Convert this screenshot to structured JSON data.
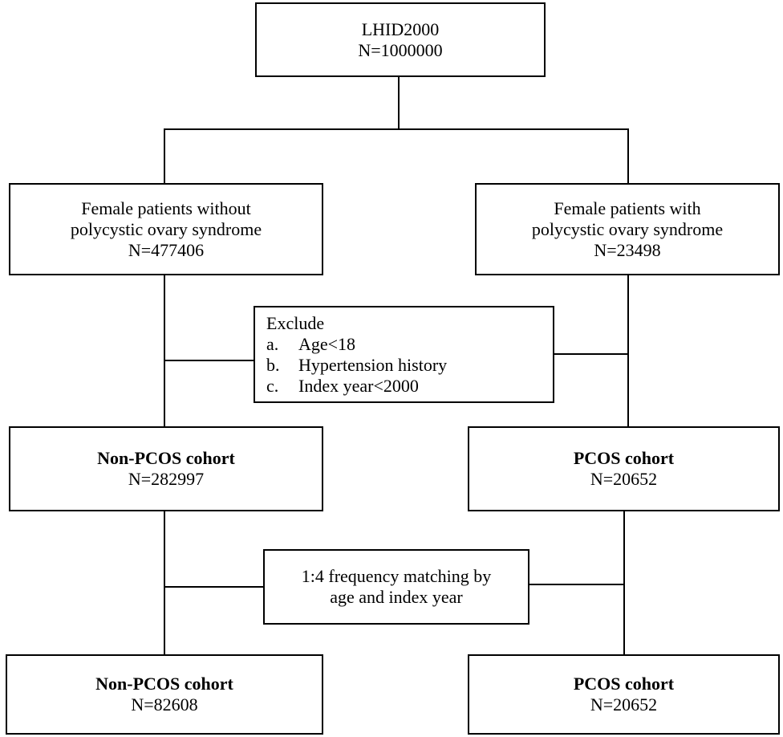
{
  "nodes": {
    "source": {
      "name": "LHID2000",
      "count": "N=1000000"
    },
    "without_pcos": {
      "line1": "Female patients without",
      "line2": "polycystic ovary syndrome",
      "count": "N=477406"
    },
    "with_pcos": {
      "line1": "Female patients with",
      "line2": "polycystic ovary syndrome",
      "count": "N=23498"
    },
    "exclusion": {
      "title": "Exclude",
      "items": [
        {
          "mark": "a.",
          "text": "Age<18"
        },
        {
          "mark": "b.",
          "text": "Hypertension history"
        },
        {
          "mark": "c.",
          "text": "Index year<2000"
        }
      ]
    },
    "non_pcos_cohort": {
      "title": "Non-PCOS cohort",
      "count": "N=282997"
    },
    "pcos_cohort": {
      "title": "PCOS cohort",
      "count": "N=20652"
    },
    "matching": {
      "line1": "1:4 frequency matching by",
      "line2": "age and index year"
    },
    "non_pcos_matched": {
      "title": "Non-PCOS cohort",
      "count": "N=82608"
    },
    "pcos_matched": {
      "title": "PCOS cohort",
      "count": "N=20652"
    }
  }
}
